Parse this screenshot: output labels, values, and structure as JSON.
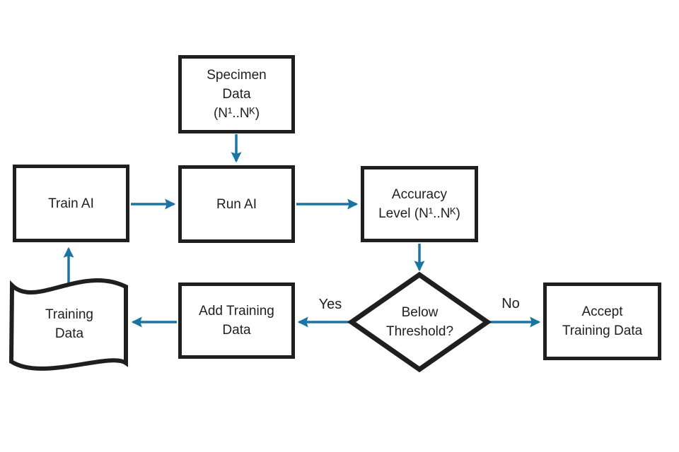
{
  "diagram": {
    "type": "flowchart",
    "background_color": "#ffffff",
    "arrow_color": "#1b75a4",
    "outline_color": "#1f1f1f",
    "text_color": "#1f1f1f",
    "nodes": {
      "specimen_data": {
        "label": "Specimen\nData\n(N¹..Nᴷ)",
        "shape": "rectangle"
      },
      "train_ai": {
        "label": "Train AI",
        "shape": "rectangle"
      },
      "run_ai": {
        "label": "Run AI",
        "shape": "rectangle"
      },
      "accuracy_level": {
        "label": "Accuracy\nLevel (N¹..Nᴷ)",
        "shape": "rectangle"
      },
      "below_threshold": {
        "label": "Below\nThreshold?",
        "shape": "diamond"
      },
      "add_training_data": {
        "label": "Add Training\nData",
        "shape": "rectangle"
      },
      "accept_training_data": {
        "label": "Accept\nTraining Data",
        "shape": "rectangle"
      },
      "training_data": {
        "label": "Training\nData",
        "shape": "wavy-document"
      }
    },
    "edges": [
      {
        "from": "specimen_data",
        "to": "run_ai",
        "label": ""
      },
      {
        "from": "train_ai",
        "to": "run_ai",
        "label": ""
      },
      {
        "from": "run_ai",
        "to": "accuracy_level",
        "label": ""
      },
      {
        "from": "accuracy_level",
        "to": "below_threshold",
        "label": ""
      },
      {
        "from": "below_threshold",
        "to": "add_training_data",
        "label": "Yes"
      },
      {
        "from": "below_threshold",
        "to": "accept_training_data",
        "label": "No"
      },
      {
        "from": "add_training_data",
        "to": "training_data",
        "label": ""
      },
      {
        "from": "training_data",
        "to": "train_ai",
        "label": ""
      }
    ],
    "edge_labels": {
      "yes": "Yes",
      "no": "No"
    }
  }
}
